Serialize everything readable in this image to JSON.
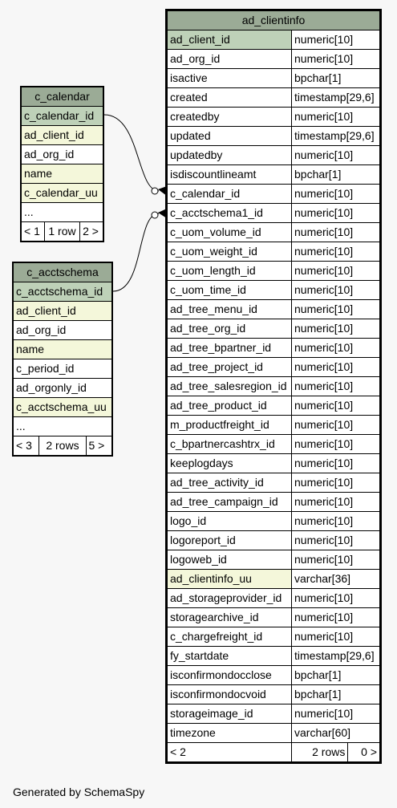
{
  "main": {
    "name": "ad_clientinfo",
    "columns": [
      {
        "name": "ad_client_id",
        "type": "numeric[10]",
        "style": "pk"
      },
      {
        "name": "ad_org_id",
        "type": "numeric[10]",
        "style": ""
      },
      {
        "name": "isactive",
        "type": "bpchar[1]",
        "style": ""
      },
      {
        "name": "created",
        "type": "timestamp[29,6]",
        "style": ""
      },
      {
        "name": "createdby",
        "type": "numeric[10]",
        "style": ""
      },
      {
        "name": "updated",
        "type": "timestamp[29,6]",
        "style": ""
      },
      {
        "name": "updatedby",
        "type": "numeric[10]",
        "style": ""
      },
      {
        "name": "isdiscountlineamt",
        "type": "bpchar[1]",
        "style": ""
      },
      {
        "name": "c_calendar_id",
        "type": "numeric[10]",
        "style": ""
      },
      {
        "name": "c_acctschema1_id",
        "type": "numeric[10]",
        "style": ""
      },
      {
        "name": "c_uom_volume_id",
        "type": "numeric[10]",
        "style": ""
      },
      {
        "name": "c_uom_weight_id",
        "type": "numeric[10]",
        "style": ""
      },
      {
        "name": "c_uom_length_id",
        "type": "numeric[10]",
        "style": ""
      },
      {
        "name": "c_uom_time_id",
        "type": "numeric[10]",
        "style": ""
      },
      {
        "name": "ad_tree_menu_id",
        "type": "numeric[10]",
        "style": ""
      },
      {
        "name": "ad_tree_org_id",
        "type": "numeric[10]",
        "style": ""
      },
      {
        "name": "ad_tree_bpartner_id",
        "type": "numeric[10]",
        "style": ""
      },
      {
        "name": "ad_tree_project_id",
        "type": "numeric[10]",
        "style": ""
      },
      {
        "name": "ad_tree_salesregion_id",
        "type": "numeric[10]",
        "style": ""
      },
      {
        "name": "ad_tree_product_id",
        "type": "numeric[10]",
        "style": ""
      },
      {
        "name": "m_productfreight_id",
        "type": "numeric[10]",
        "style": ""
      },
      {
        "name": "c_bpartnercashtrx_id",
        "type": "numeric[10]",
        "style": ""
      },
      {
        "name": "keeplogdays",
        "type": "numeric[10]",
        "style": ""
      },
      {
        "name": "ad_tree_activity_id",
        "type": "numeric[10]",
        "style": ""
      },
      {
        "name": "ad_tree_campaign_id",
        "type": "numeric[10]",
        "style": ""
      },
      {
        "name": "logo_id",
        "type": "numeric[10]",
        "style": ""
      },
      {
        "name": "logoreport_id",
        "type": "numeric[10]",
        "style": ""
      },
      {
        "name": "logoweb_id",
        "type": "numeric[10]",
        "style": ""
      },
      {
        "name": "ad_clientinfo_uu",
        "type": "varchar[36]",
        "style": "idx"
      },
      {
        "name": "ad_storageprovider_id",
        "type": "numeric[10]",
        "style": ""
      },
      {
        "name": "storagearchive_id",
        "type": "numeric[10]",
        "style": ""
      },
      {
        "name": "c_chargefreight_id",
        "type": "numeric[10]",
        "style": ""
      },
      {
        "name": "fy_startdate",
        "type": "timestamp[29,6]",
        "style": ""
      },
      {
        "name": "isconfirmondocclose",
        "type": "bpchar[1]",
        "style": ""
      },
      {
        "name": "isconfirmondocvoid",
        "type": "bpchar[1]",
        "style": ""
      },
      {
        "name": "storageimage_id",
        "type": "numeric[10]",
        "style": ""
      },
      {
        "name": "timezone",
        "type": "varchar[60]",
        "style": ""
      }
    ],
    "footer": {
      "parents": "< 2",
      "rows": "2 rows",
      "children": "0 >"
    }
  },
  "calendar": {
    "name": "c_calendar",
    "columns": [
      {
        "name": "c_calendar_id",
        "style": "pk"
      },
      {
        "name": "ad_client_id",
        "style": "idx"
      },
      {
        "name": "ad_org_id",
        "style": ""
      },
      {
        "name": "name",
        "style": "idx"
      },
      {
        "name": "c_calendar_uu",
        "style": "idx"
      },
      {
        "name": "...",
        "style": ""
      }
    ],
    "footer": {
      "parents": "< 1",
      "rows": "1 row",
      "children": "2 >"
    }
  },
  "acctschema": {
    "name": "c_acctschema",
    "columns": [
      {
        "name": "c_acctschema_id",
        "style": "pk"
      },
      {
        "name": "ad_client_id",
        "style": "idx"
      },
      {
        "name": "ad_org_id",
        "style": ""
      },
      {
        "name": "name",
        "style": "idx"
      },
      {
        "name": "c_period_id",
        "style": ""
      },
      {
        "name": "ad_orgonly_id",
        "style": ""
      },
      {
        "name": "c_acctschema_uu",
        "style": "idx"
      },
      {
        "name": "...",
        "style": ""
      }
    ],
    "footer": {
      "parents": "< 3",
      "rows": "2 rows",
      "children": "5 >"
    }
  },
  "generated_by": "Generated by SchemaSpy"
}
